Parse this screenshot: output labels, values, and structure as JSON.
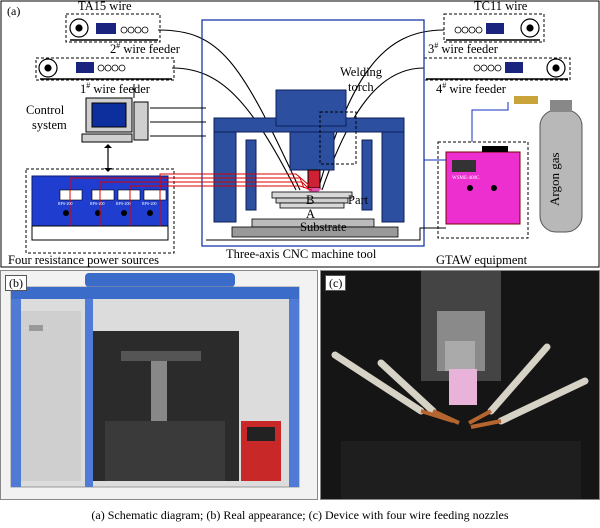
{
  "panel_a": {
    "tag": "(a)",
    "ta15_wire": "TA15 wire",
    "tc11_wire": "TC11 wire",
    "feeder_2": "2",
    "feeder_1": "1",
    "feeder_3": "3",
    "feeder_4": "4",
    "feeder_suffix": "wire feeder",
    "feeder_sup": "#",
    "control_system_line1": "Control",
    "control_system_line2": "system",
    "welding_torch_line1": "Welding",
    "welding_torch_line2": "torch",
    "part": "Part",
    "label_b": "B",
    "label_a": "A",
    "substrate": "Substrate",
    "argon_gas": "Argon gas",
    "power_sources": "Four resistance power sources",
    "cnc_tool": "Three-axis CNC machine tool",
    "gtaw": "GTAW equipment",
    "gtaw_model": "WSME-400C",
    "psu_model": "RPS-200"
  },
  "panel_b": {
    "tag": "(b)"
  },
  "panel_c": {
    "tag": "(c)"
  },
  "caption": "(a) Schematic diagram; (b) Real appearance; (c) Device with four wire feeding nozzles"
}
